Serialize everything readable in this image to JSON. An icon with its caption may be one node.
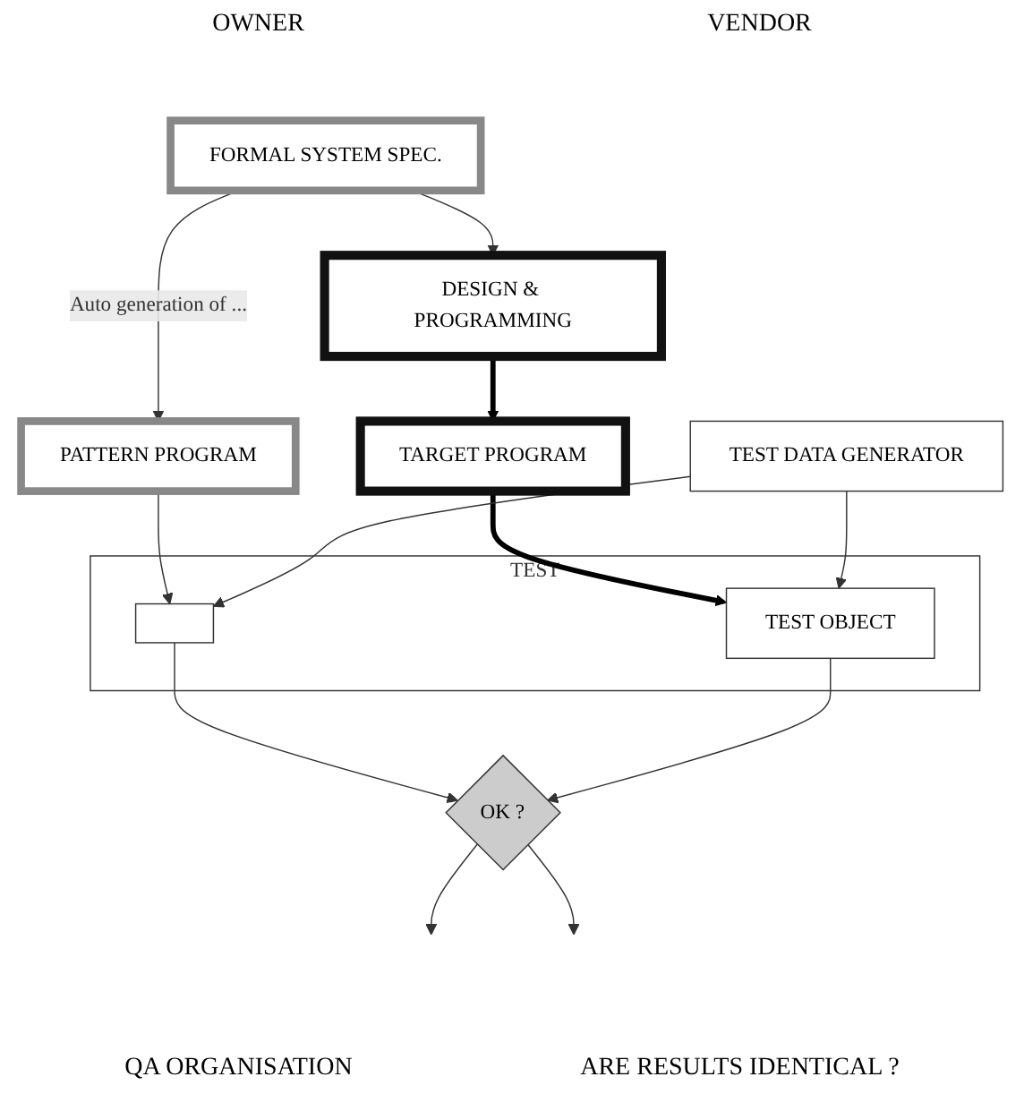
{
  "diagram": {
    "nodes": [
      {
        "text": [
          "FORMAL SYSTEM SPEC."
        ]
      },
      {
        "text": [
          "DESIGN & PROGRAMMING"
        ]
      },
      {
        "text": [
          "PATTERN PROGRAM"
        ]
      },
      {
        "text": [
          "TARGET PROGRAM"
        ]
      },
      {
        "text": [
          "TEST DATA GENERATOR"
        ]
      },
      {
        "text": [
          "TEST"
        ]
      },
      {
        "text": [],
        "shape": "box",
        "in": 5
      },
      {
        "text": [
          "TEST OBJECT"
        ],
        "in": 5
      },
      {
        "text": [
          "OK ?"
        ]
      }
    ],
    "edges": [
      {
        "from": 0,
        "to": 1,
        "arrow": "to"
      },
      {
        "from": 0,
        "to": 2,
        "arrow": "to",
        "label": "Auto generation of ..."
      },
      {
        "from": 1,
        "to": 3,
        "arrow": "to",
        "style": "thick",
        "color": "#000000"
      },
      {
        "from": 2,
        "to": 6,
        "arrow": "to"
      },
      {
        "from": 3,
        "to": 7,
        "arrow": "to",
        "style": "thick",
        "color": "#000000"
      },
      {
        "from": 4,
        "to": 6,
        "arrow": "to"
      },
      {
        "from": 4,
        "to": 7,
        "arrow": "to"
      },
      {
        "from": 6,
        "to": 8,
        "arrow": "to"
      },
      {
        "from": 7,
        "to": 8,
        "arrow": "to"
      },
      {
        "from": 8,
        "to": null,
        "arrow": "to"
      },
      {
        "from": 8,
        "to": null,
        "arrow": "to"
      }
    ],
    "labels": [
      "OWNER",
      "VENDOR",
      "QA ORGANISATION",
      "ARE RESULTS IDENTICAL ?"
    ]
  }
}
